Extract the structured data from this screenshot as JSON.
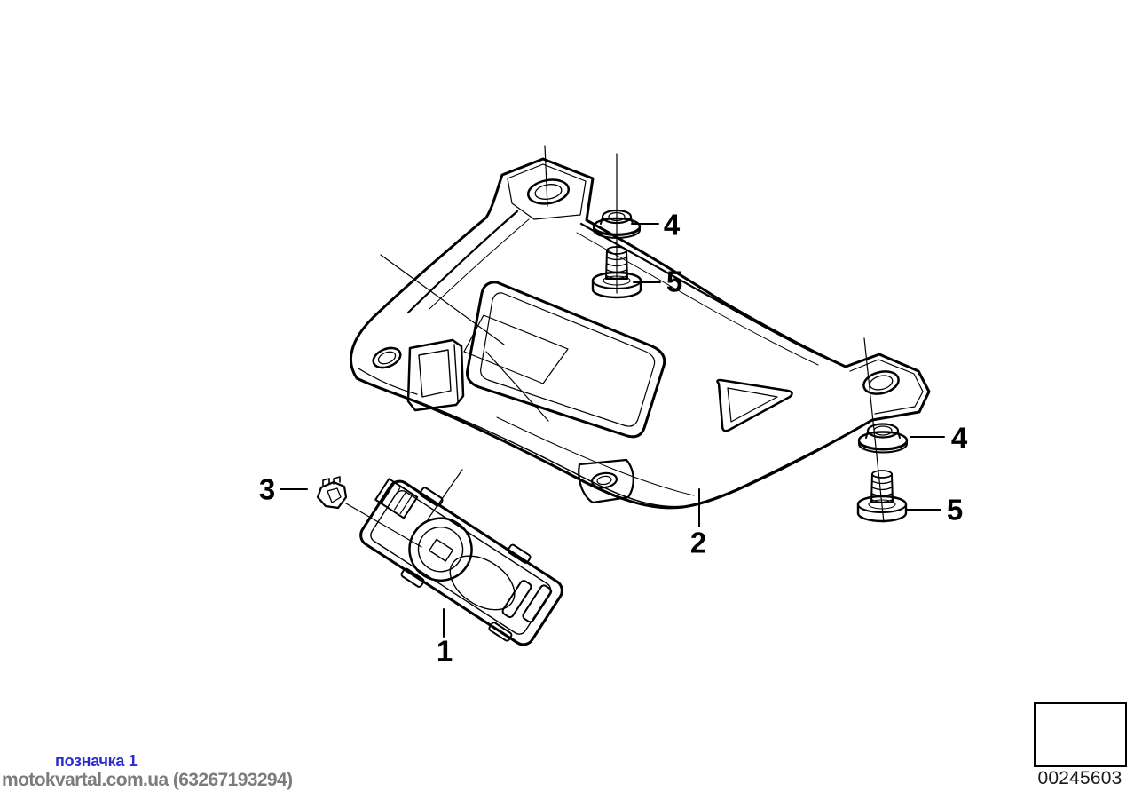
{
  "diagram": {
    "callouts": [
      {
        "id": "callout-1",
        "label": "1"
      },
      {
        "id": "callout-2",
        "label": "2"
      },
      {
        "id": "callout-3",
        "label": "3"
      },
      {
        "id": "callout-4-top",
        "label": "4"
      },
      {
        "id": "callout-5-top",
        "label": "5"
      },
      {
        "id": "callout-4-right",
        "label": "4"
      },
      {
        "id": "callout-5-right",
        "label": "5"
      }
    ],
    "parts": [
      {
        "number": "1",
        "icon": "antenna-module-drawing"
      },
      {
        "number": "2",
        "icon": "carrier-bracket-drawing"
      },
      {
        "number": "3",
        "icon": "retaining-clip-drawing"
      },
      {
        "number": "4",
        "icon": "flange-nut-drawing"
      },
      {
        "number": "5",
        "icon": "screw-drawing"
      }
    ]
  },
  "footer": {
    "marker_label": "позначка 1",
    "marker_color": "#2b2bd2",
    "watermark_text": "motokvartal.com.ua (63267193294)",
    "watermark_color": "#7c7c7c"
  },
  "stamp": {
    "code": "00245603",
    "icon": "direction-arrow-icon"
  },
  "colors": {
    "line": "#000000",
    "background": "#ffffff"
  }
}
